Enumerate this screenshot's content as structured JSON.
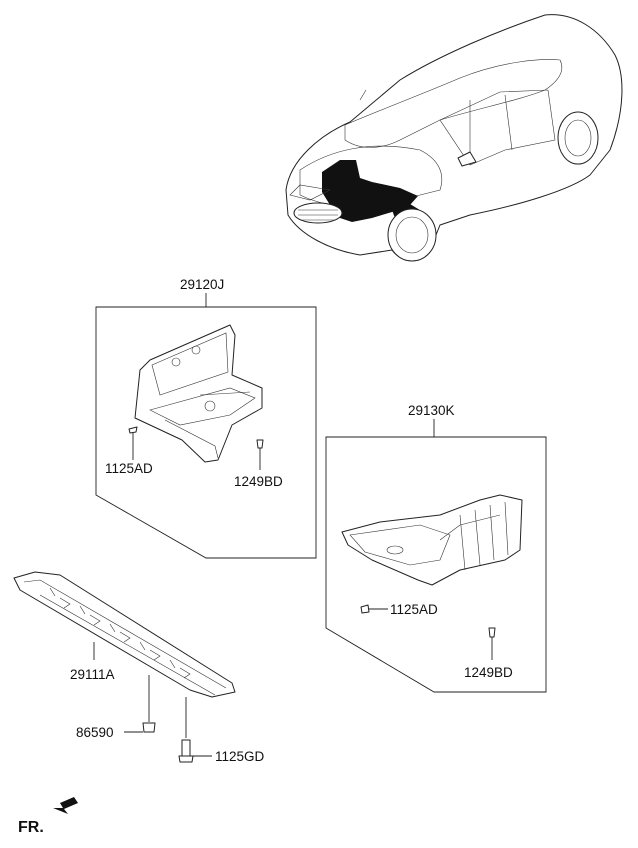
{
  "labels": {
    "group_front": "29120J",
    "group_rear": "29130K",
    "front_screw": "1125AD",
    "front_bolt": "1249BD",
    "rear_screw": "1125AD",
    "rear_bolt": "1249BD",
    "main_cover": "29111A",
    "clip": "86590",
    "bolt": "1125GD",
    "direction": "FR."
  },
  "icons": {
    "direction_arrow": "arrow-down-left-icon"
  }
}
